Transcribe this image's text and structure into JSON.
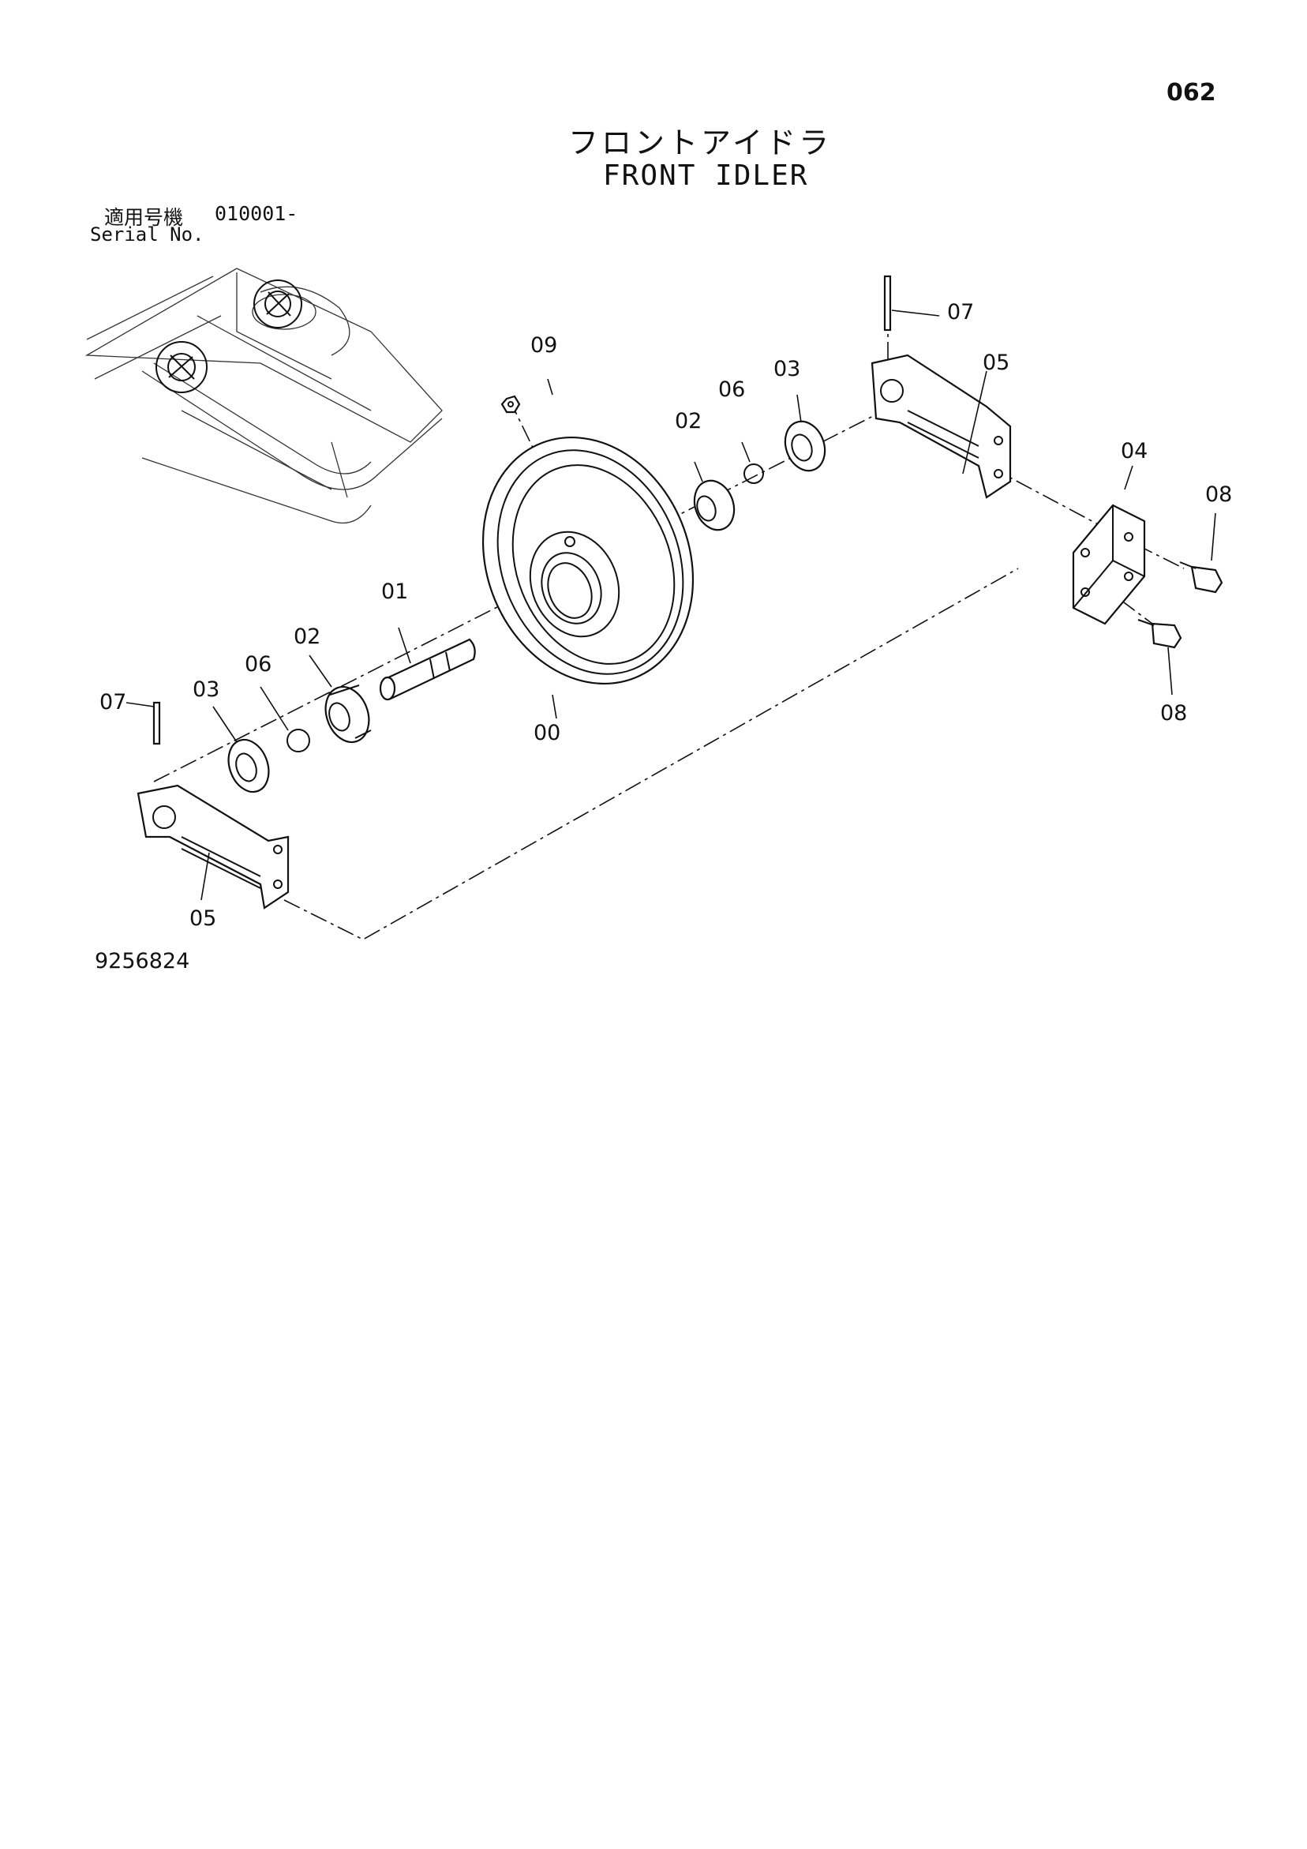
{
  "page_number": "062",
  "title_jp": "フロントアイドラ",
  "title_en": "FRONT IDLER",
  "serial": {
    "label_jp": "適用号機",
    "value": "010001-",
    "label_en": "Serial No."
  },
  "drawing_number": "9256824",
  "callouts": {
    "idler": "00",
    "shaft": "01",
    "bushing_right": "02",
    "bushing_left": "02",
    "seal_right": "03",
    "seal_left": "03",
    "plate": "04",
    "bearing_right": "05",
    "bearing_left": "05",
    "ring_right": "06",
    "ring_left": "06",
    "pin_right": "07",
    "pin_left": "07",
    "bolt_upper": "08",
    "bolt_lower": "08",
    "plug": "09"
  }
}
